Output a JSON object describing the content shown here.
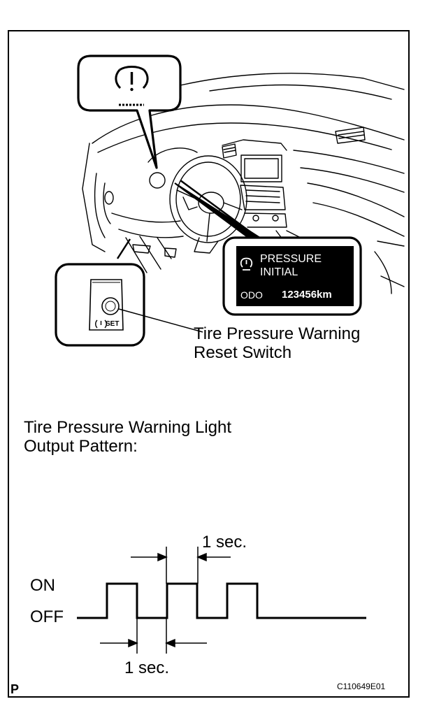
{
  "callouts": {
    "switch_label_line1": "Tire Pressure Warning",
    "switch_label_line2": "Reset Switch",
    "switch_text": "SET"
  },
  "display": {
    "line1": "PRESSURE",
    "line2": "INITIAL",
    "odo_label": "ODO",
    "odo_value": "123456km"
  },
  "section": {
    "title_line1": "Tire Pressure Warning Light",
    "title_line2": "Output Pattern:"
  },
  "timing": {
    "on_label": "ON",
    "off_label": "OFF",
    "top_interval": "1 sec.",
    "bottom_interval": "1 sec.",
    "pulse_count": 3,
    "pulse_width_sec": 1,
    "gap_sec": 1
  },
  "footer": {
    "corner_letter": "P",
    "figure_code": "C110649E01"
  }
}
